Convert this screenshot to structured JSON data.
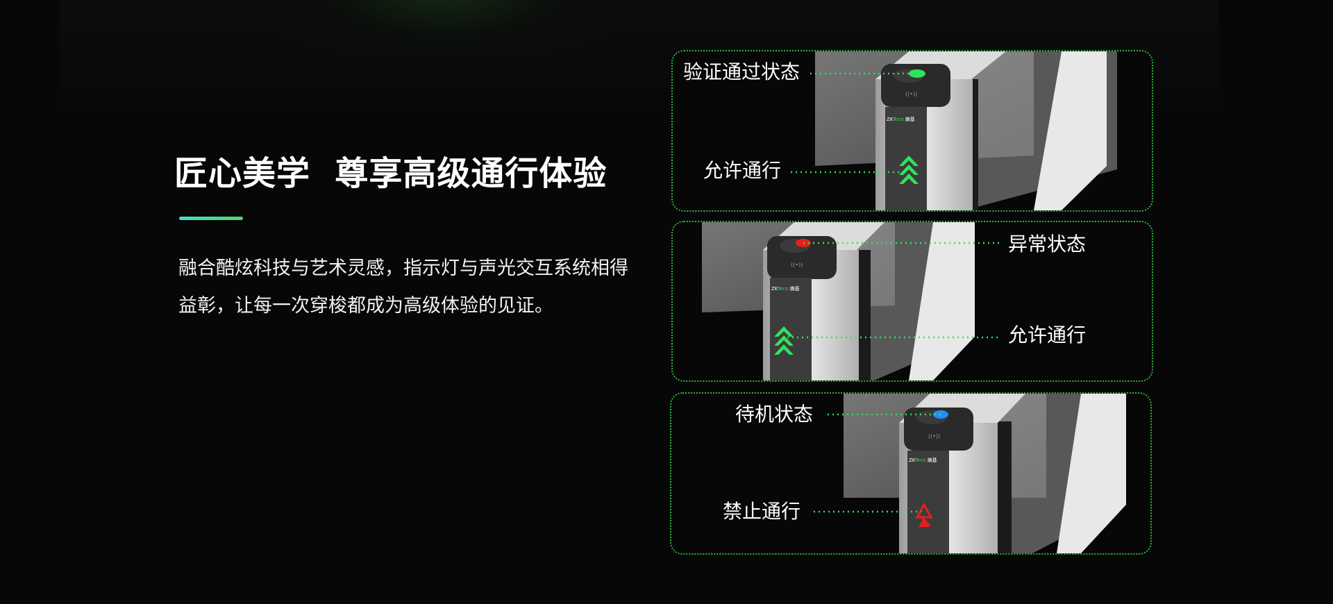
{
  "headline": "匠心美学  尊享高级通行体验",
  "description": "融合酷炫科技与艺术灵感，指示灯与声光交互系统相得益彰，让每一次穿梭都成为高级体验的见证。",
  "colors": {
    "accent_line_start": "#3fe0d0",
    "accent_line_end": "#52d36a",
    "panel_border": "#2fb83a",
    "indicator_green": "#2fe35c",
    "indicator_red": "#e6201a",
    "indicator_blue": "#1e90ff"
  },
  "panels": [
    {
      "top_label": "验证通过状态",
      "bottom_label": "允许通行",
      "light": "green",
      "arrow": "green-up"
    },
    {
      "top_label": "异常状态",
      "bottom_label": "允许通行",
      "light": "red",
      "arrow": "green-up"
    },
    {
      "top_label": "待机状态",
      "bottom_label": "禁止通行",
      "light": "blue",
      "arrow": "red-forbidden"
    }
  ],
  "brand_logo_text": "ZKTeco 熵基"
}
